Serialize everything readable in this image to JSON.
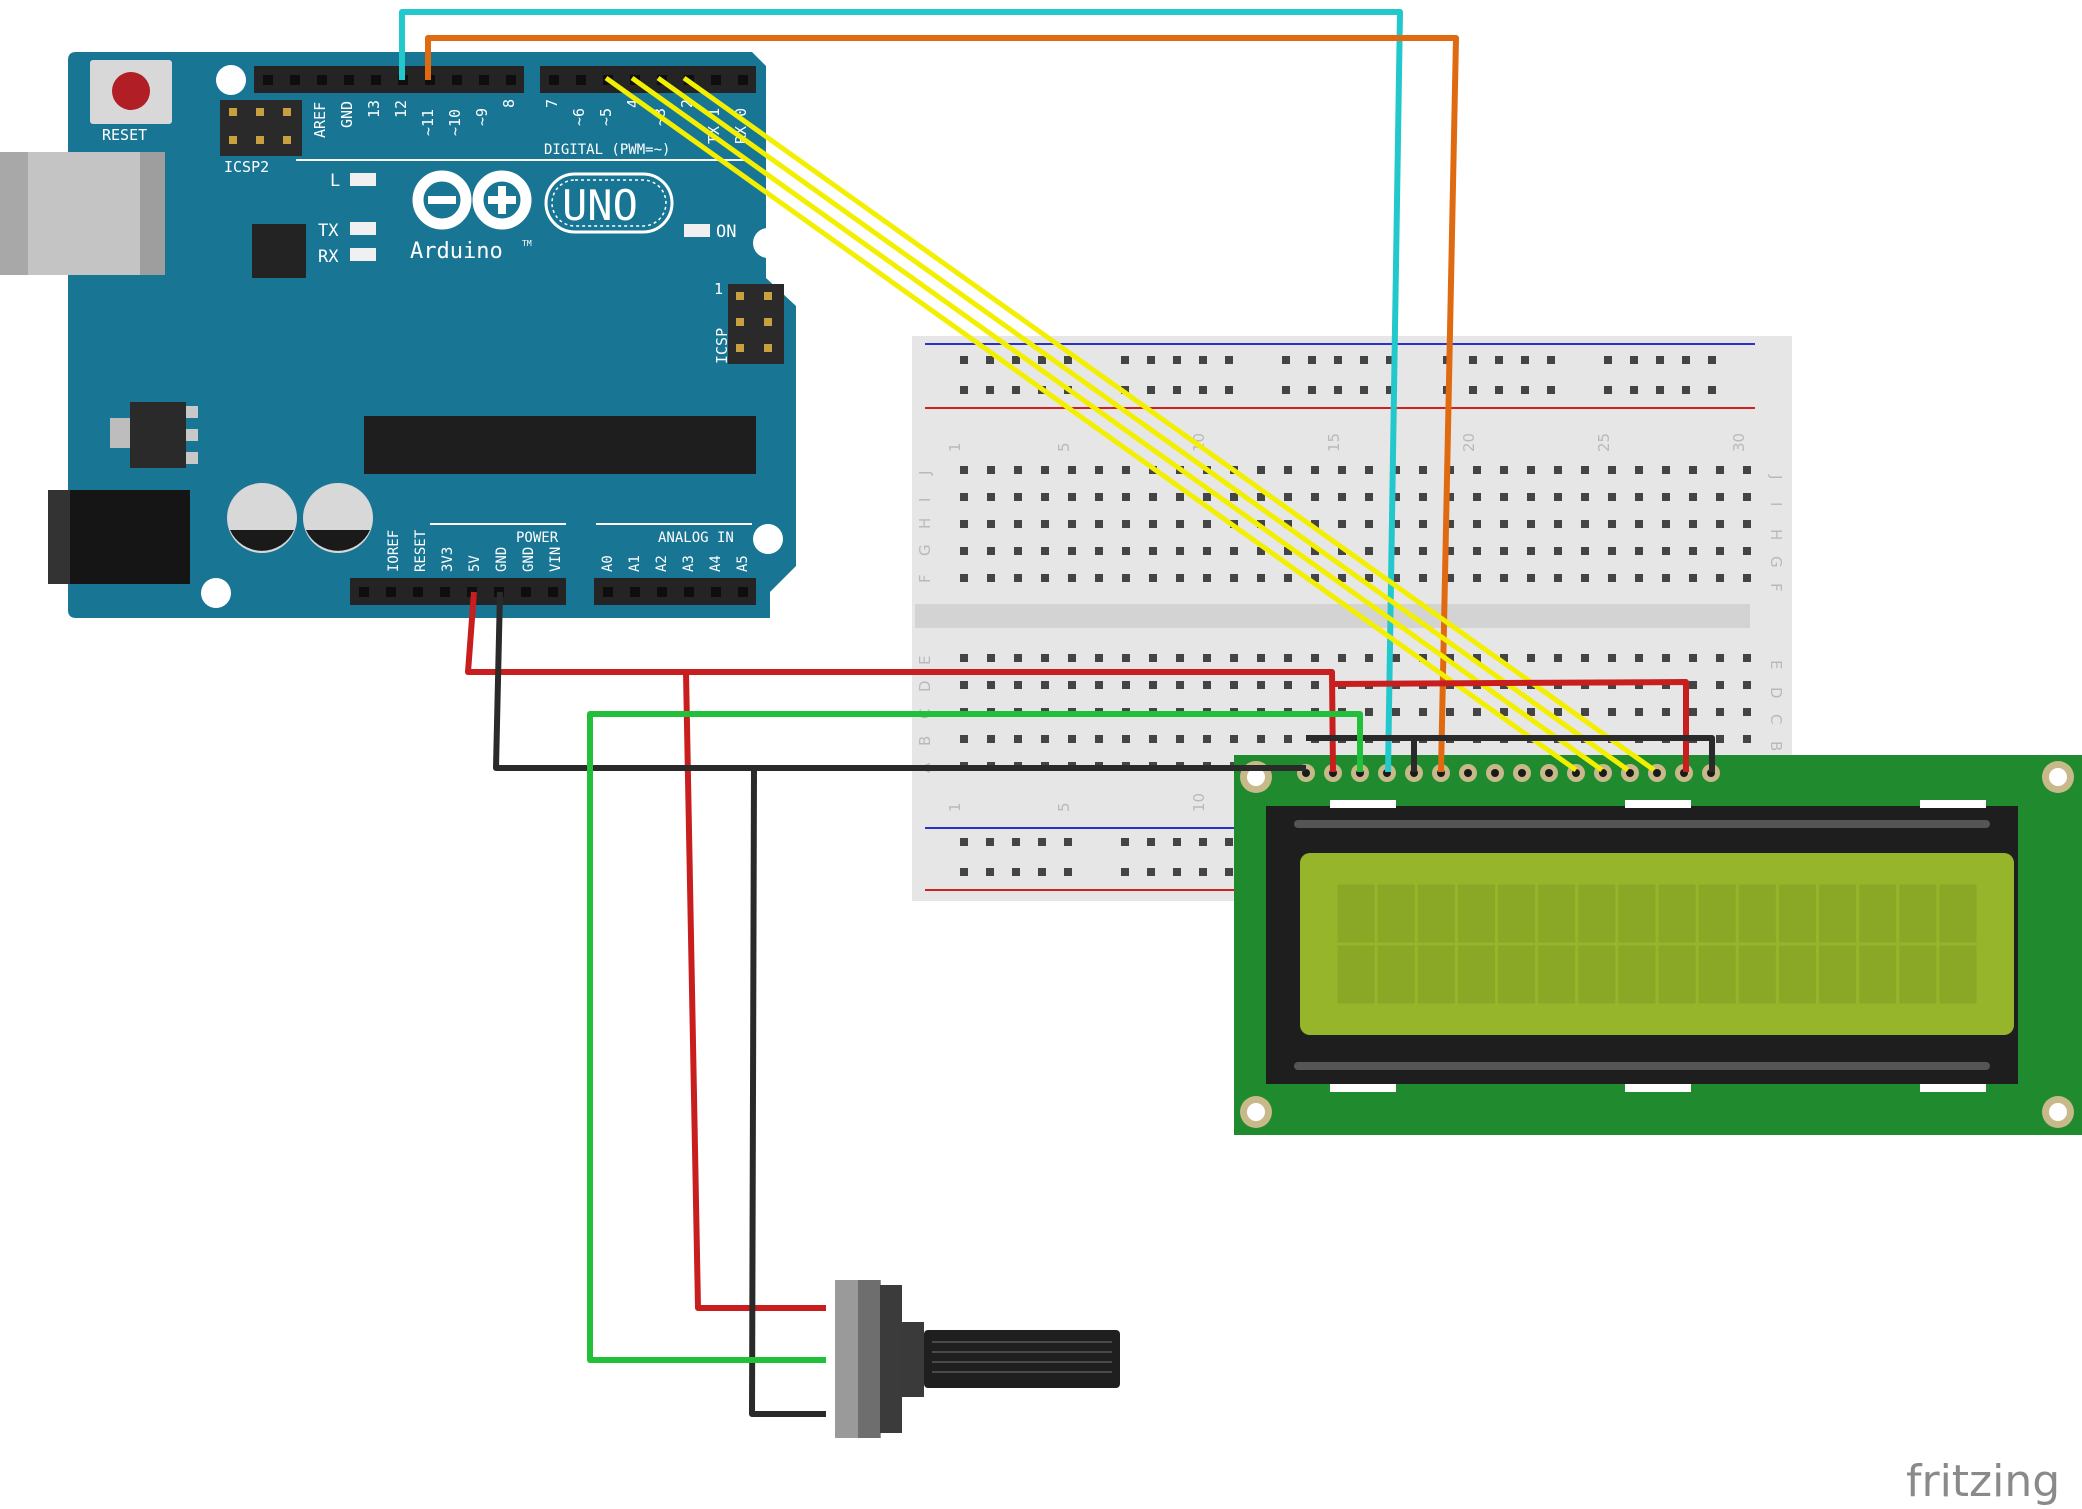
{
  "arduino": {
    "reset_label": "RESET",
    "icsp2_label": "ICSP2",
    "icsp_label": "ICSP",
    "icsp_pin1_label": "1",
    "brand_label": "Arduino",
    "trademark": "TM",
    "model_label": "UNO",
    "digital_label": "DIGITAL (PWM=~)",
    "power_label": "POWER",
    "analog_label": "ANALOG IN",
    "led_l_label": "L",
    "led_tx_label": "TX",
    "led_rx_label": "RX",
    "led_on_label": "ON",
    "digital_pins_left": [
      "AREF",
      "GND",
      "13",
      "12",
      "~11",
      "~10",
      "~9",
      "8"
    ],
    "digital_pins_right": [
      "7",
      "~6",
      "~5",
      "4",
      "~3",
      "2",
      "TX 1",
      "RX 0"
    ],
    "power_pins": [
      "IOREF",
      "RESET",
      "3V3",
      "5V",
      "GND",
      "GND",
      "VIN"
    ],
    "analog_pins": [
      "A0",
      "A1",
      "A2",
      "A3",
      "A4",
      "A5"
    ]
  },
  "breadboard": {
    "row_letters_top": [
      "J",
      "I",
      "H",
      "G",
      "F"
    ],
    "row_letters_bottom": [
      "E",
      "D",
      "C",
      "B",
      "A"
    ],
    "column_numbers_top": [
      "1",
      "5",
      "10",
      "15",
      "20",
      "25",
      "30"
    ],
    "column_numbers_bottom": [
      "1",
      "5",
      "10"
    ]
  },
  "wires": {
    "colors": {
      "cyan": "#22c8cc",
      "orange": "#e06a10",
      "yellow": "#f2f000",
      "red": "#c81e1e",
      "black": "#2a2a2a",
      "green": "#22c03a"
    }
  },
  "lcd": {
    "columns": 16,
    "rows": 2,
    "pin_count": 16,
    "pcb_color": "#1f8a2e",
    "screen_color": "#97b52b"
  },
  "brand": {
    "watermark": "fritzing"
  }
}
